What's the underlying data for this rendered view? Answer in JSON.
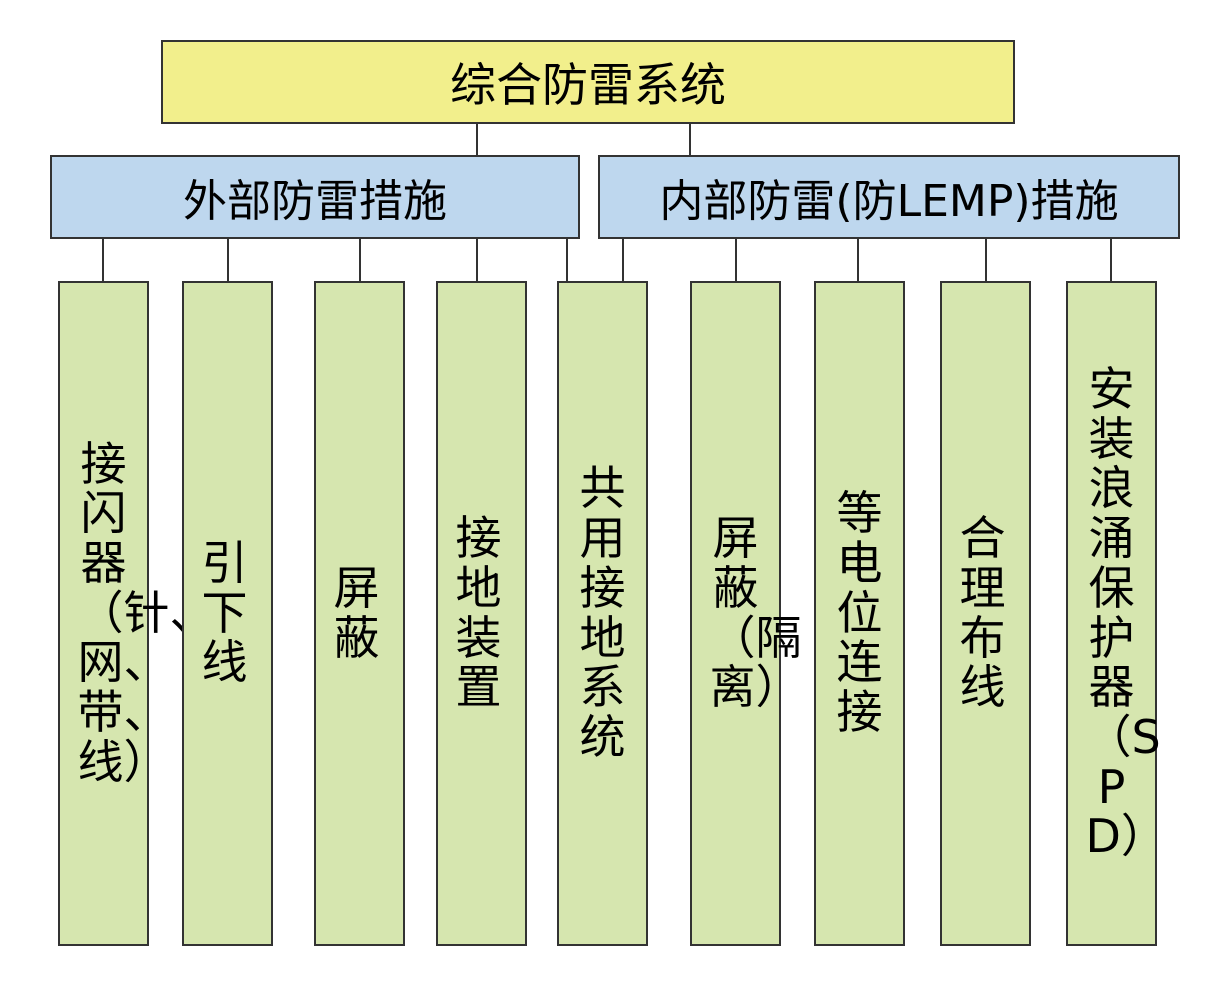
{
  "root": {
    "label": "综合防雷系统"
  },
  "branches": {
    "external": {
      "label": "外部防雷措施"
    },
    "internal": {
      "label": "内部防雷(防LEMP)措施"
    }
  },
  "leaves": [
    {
      "label": "接闪器（针、网、带、线）"
    },
    {
      "label": "引下线"
    },
    {
      "label": "屏蔽"
    },
    {
      "label": "接地装置"
    },
    {
      "label": "共用接地系统"
    },
    {
      "label": "屏蔽（隔离）"
    },
    {
      "label": "等电位连接"
    },
    {
      "label": "合理布线"
    },
    {
      "label": "安装浪涌保护器（SPD）"
    }
  ]
}
